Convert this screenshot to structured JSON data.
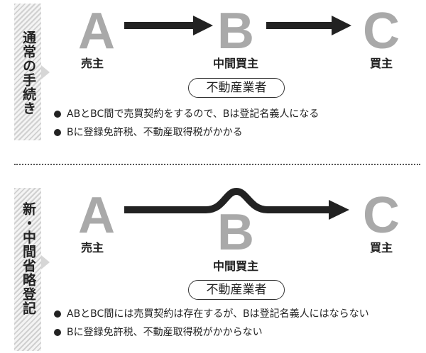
{
  "top": {
    "side_label": "通常の手続き",
    "parties": [
      {
        "letter": "A",
        "role": "売主"
      },
      {
        "letter": "B",
        "role": "中間買主"
      },
      {
        "letter": "C",
        "role": "買主"
      }
    ],
    "pill": "不動産業者",
    "bullets": [
      "ABとBC間で売買契約をするので、Bは登記名義人になる",
      "Bに登録免許税、不動産取得税がかかる"
    ]
  },
  "bottom": {
    "side_label": "新・中間省略登記",
    "parties": [
      {
        "letter": "A",
        "role": "売主"
      },
      {
        "letter": "B",
        "role": "中間買主"
      },
      {
        "letter": "C",
        "role": "買主"
      }
    ],
    "pill": "不動産業者",
    "bullets": [
      "ABとBC間には売買契約は存在するが、Bは登記名義人にはならない",
      "Bに登録免許税、不動産取得税がかからない"
    ]
  }
}
